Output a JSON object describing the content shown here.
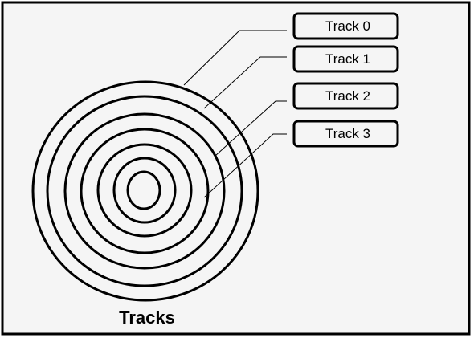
{
  "diagram": {
    "caption": "Tracks",
    "tracks": [
      {
        "label": "Track 0"
      },
      {
        "label": "Track 1"
      },
      {
        "label": "Track 2"
      },
      {
        "label": "Track 3"
      }
    ]
  },
  "colors": {
    "background": "#f5f5f5",
    "stroke": "#000000",
    "box_fill": "#f5f5f5"
  }
}
